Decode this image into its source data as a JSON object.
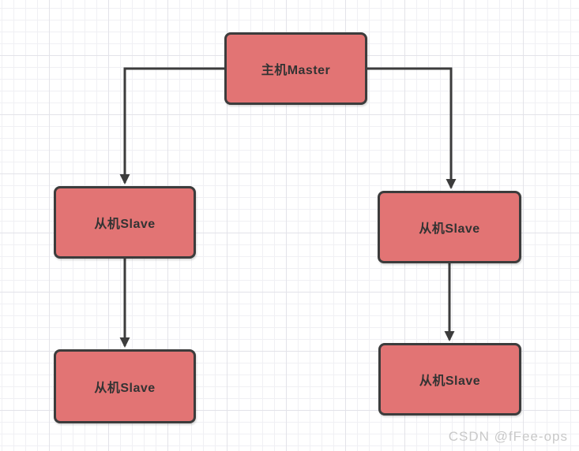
{
  "diagram": {
    "title": "master-slave-topology",
    "nodes": [
      {
        "id": "master",
        "label": "主机Master"
      },
      {
        "id": "slave-mid-left",
        "label": "从机Slave"
      },
      {
        "id": "slave-mid-right",
        "label": "从机Slave"
      },
      {
        "id": "slave-bottom-left",
        "label": "从机Slave"
      },
      {
        "id": "slave-bottom-right",
        "label": "从机Slave"
      }
    ],
    "edges": [
      {
        "from": "master",
        "to": "slave-mid-left",
        "style": "elbow, arrow-down"
      },
      {
        "from": "master",
        "to": "slave-mid-right",
        "style": "elbow, arrow-down"
      },
      {
        "from": "slave-mid-left",
        "to": "slave-bottom-left",
        "style": "straight, arrow-down"
      },
      {
        "from": "slave-mid-right",
        "to": "slave-bottom-right",
        "style": "straight, arrow-down"
      }
    ],
    "colors": {
      "node_fill": "#E27474",
      "node_border": "#3C3C3C",
      "node_text": "#333333",
      "edge_line": "#3C3C3C",
      "grid_minor": "#F0F0F4",
      "grid_major": "#E3E3E9",
      "background": "#FFFFFF",
      "watermark_text": "#C9C9C9"
    }
  },
  "watermark": {
    "text": "CSDN @fFee-ops"
  }
}
